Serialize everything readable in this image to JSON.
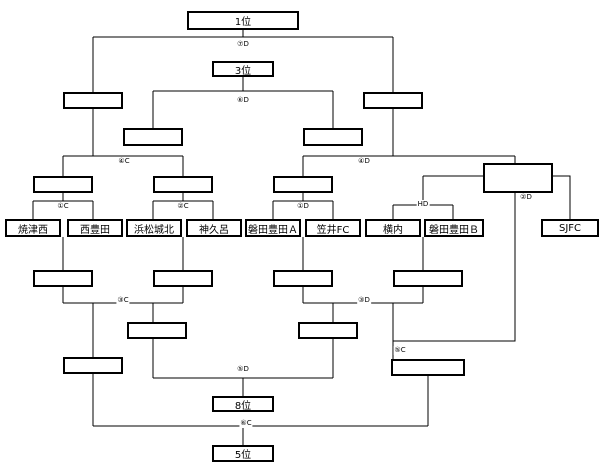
{
  "places": {
    "first": "1位",
    "third": "3位",
    "fifth": "5位",
    "eighth": "8位"
  },
  "teams": [
    "焼津西",
    "西豊田",
    "浜松城北",
    "神久呂",
    "磐田豊田Ａ",
    "笠井FC",
    "横内",
    "磐田豊田Ｂ",
    "SJFC"
  ],
  "match_labels": {
    "final": "⑦D",
    "third_place": "⑥D",
    "semi_left": "④C",
    "semi_right": "④D",
    "r1_a": "①C",
    "r1_b": "②C",
    "r1_c": "①D",
    "r1_d": "HD",
    "r1_e": "②D",
    "lower_left": "③C",
    "lower_right": "③D",
    "fifth_q": "⑤C",
    "eighth": "⑤D",
    "fifth_place": "⑥C"
  }
}
